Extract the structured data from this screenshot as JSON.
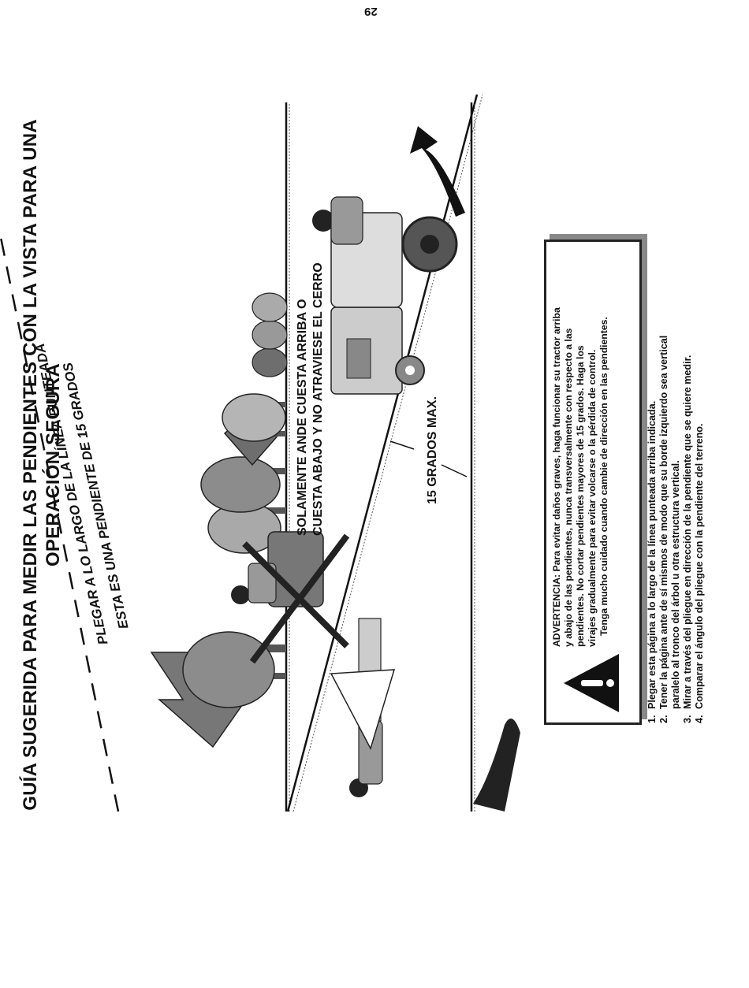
{
  "page_number": "29",
  "title_line1": "GUÍA SUGERIDA PARA MEDIR LAS PENDIENTES CON LA VISTA PARA UNA",
  "title_line2": "OPERACIÓN SEGURA",
  "fold_line1": "PLEGAR A LO LARGO DE LA LÍNEA PUNTEADA",
  "fold_line2": "ESTA ES UNA PENDIENTE DE 15 GRADOS",
  "caption_line1": "SOLAMENTE ANDE CUESTA ARRIBA O",
  "caption_line2": "CUESTA ABAJO Y NO ATRAVIESE EL CERRO",
  "max_grade_label": "15 GRADOS MAX.",
  "warning": {
    "line1": "ADVERTENCIA: Para evitar daños graves, haga funcionar su tractor arriba",
    "line2": "y abajo de las pendientes, nunca transversalmente con respecto a las",
    "line3": "pendientes. No cortar pendientes mayores de 15 grados. Haga los",
    "line4": "virajes gradualmente para evitar volcarse o la pérdida de control.",
    "line5": "Tenga mucho cuidado cuando cambie de dirección en las pendientes."
  },
  "steps": [
    {
      "num": "1.",
      "text": "Plegar esta página a lo largo de la línea punteada arriba indicada."
    },
    {
      "num": "2.",
      "text": "Tener la página ante de sí mismos de modo  que su borde izquierdo sea vertical",
      "cont": "paralelo al tronco del árbol u otra estructura vertical."
    },
    {
      "num": "3.",
      "text": "Mirar a través del pliegue en dirección de la pendiente que se quiere medir."
    },
    {
      "num": "4.",
      "text": "Comparar el ángulo del pliegue con la pendiente del terreno."
    }
  ],
  "colors": {
    "ink": "#111111",
    "tree_dark": "#6e6e6e",
    "tree_mid": "#8c8c8c",
    "tree_light": "#a9a9a9",
    "shadow": "#888888"
  }
}
